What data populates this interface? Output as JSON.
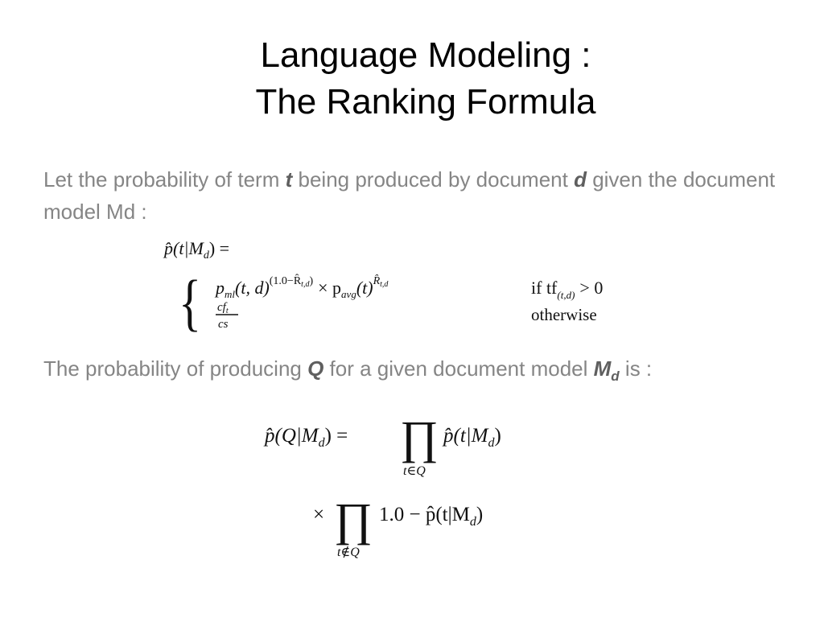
{
  "slide": {
    "title_line1": "Language Modeling :",
    "title_line2": "The Ranking Formula",
    "para1": {
      "pre_t": "Let the probability of term ",
      "t": "t",
      "mid": " being produced by document ",
      "d": "d",
      "post": " given the document model Md :"
    },
    "para2": {
      "pre": "The probability of producing ",
      "q": "Q",
      "mid": " for a given document model ",
      "m": "M",
      "m_sub": "d",
      "post": " is :"
    },
    "formula1": {
      "lhs": "p̂(t|M",
      "lhs_sub": "d",
      "lhs_end": ") =",
      "case1_base": "p",
      "case1_base_sub": "ml",
      "case1_args": "(t, d)",
      "case1_exp": "(1.0−R̂",
      "case1_exp_sub": "t,d",
      "case1_exp_end": ")",
      "case1_times": "× p",
      "case1_avg_sub": "avg",
      "case1_avg_args": "(t)",
      "case1_avg_exp": "R̂",
      "case1_avg_exp_sub": "t,d",
      "case1_cond": "if tf",
      "case1_cond_sub": "(t,d)",
      "case1_cond_end": "> 0",
      "case2_num": "cf",
      "case2_num_sub": "t",
      "case2_den": "cs",
      "case2_cond": "otherwise"
    },
    "formula2": {
      "line1_lhs": "p̂(Q|M",
      "line1_lhs_sub": "d",
      "line1_eq": ") =",
      "line1_prod": "∏",
      "line1_prod_sub": "t∈Q",
      "line1_rhs": "p̂(t|M",
      "line1_rhs_sub": "d",
      "line1_rhs_end": ")",
      "line2_times": "×",
      "line2_prod": "∏",
      "line2_prod_sub": "t∉Q",
      "line2_rhs": "1.0 − p̂(t|M",
      "line2_rhs_sub": "d",
      "line2_rhs_end": ")"
    }
  }
}
